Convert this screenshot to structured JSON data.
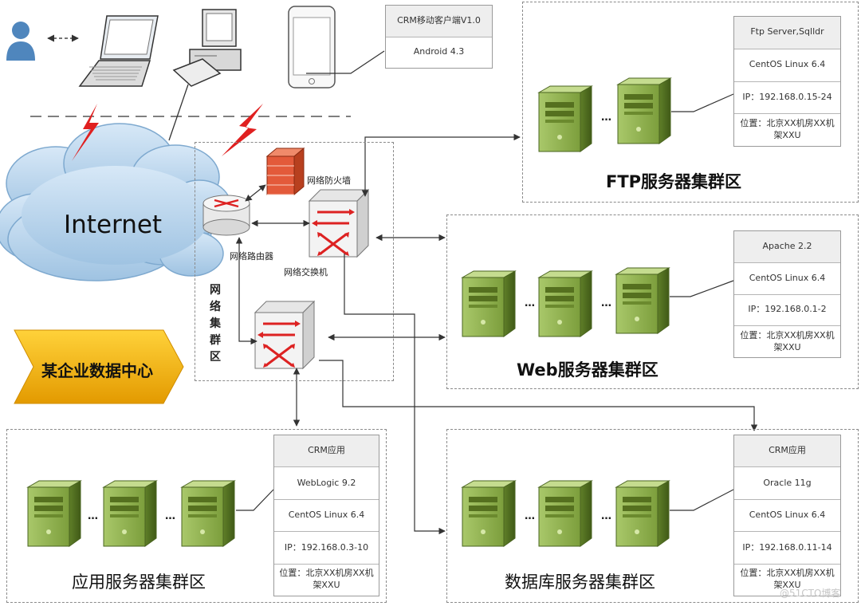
{
  "internet_label": "Internet",
  "data_center_label": "某企业数据中心",
  "network_zone_label": "网络集群区",
  "devices": {
    "firewall": "网络防火墙",
    "router": "网络路由器",
    "switch": "网络交换机"
  },
  "mobile_client": {
    "rows": [
      "CRM移动客户端V1.0",
      "Android 4.3"
    ]
  },
  "zones": {
    "ftp": {
      "title": "FTP服务器集群区",
      "rows": [
        "Ftp Server,Sqlldr",
        "CentOS Linux 6.4",
        "IP：192.168.0.15-24",
        "位置：北京XX机房XX机架XXU"
      ]
    },
    "web": {
      "title": "Web服务器集群区",
      "rows": [
        "Apache 2.2",
        "CentOS Linux 6.4",
        "IP：192.168.0.1-2",
        "位置：北京XX机房XX机架XXU"
      ]
    },
    "app": {
      "title": "应用服务器集群区",
      "rows": [
        "CRM应用",
        "WebLogic 9.2",
        "CentOS Linux 6.4",
        "IP：192.168.0.3-10",
        "位置：北京XX机房XX机架XXU"
      ]
    },
    "db": {
      "title": "数据库服务器集群区",
      "rows": [
        "CRM应用",
        "Oracle 11g",
        "CentOS Linux 6.4",
        "IP：192.168.0.11-14",
        "位置：北京XX机房XX机架XXU"
      ]
    }
  },
  "ellipsis": "…",
  "watermark": "@51CTO博客",
  "colors": {
    "server_green": "#8ab04a",
    "server_dark": "#5b7a26",
    "cloud_blue": "#b3d3ec",
    "arrow_gold": "#f0b100",
    "lightning_red": "#e02020",
    "firewall_red": "#e35a3a"
  }
}
